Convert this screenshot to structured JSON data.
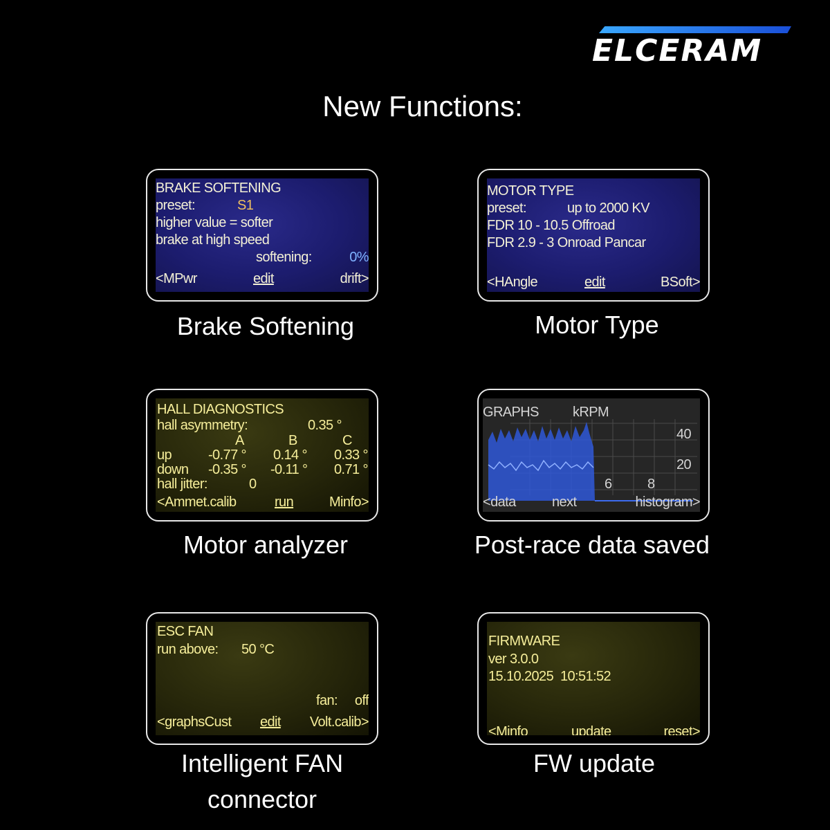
{
  "brand": {
    "name": "ELCERAM"
  },
  "heading": "New Functions:",
  "cards": {
    "brake": {
      "title": "BRAKE SOFTENING",
      "preset_label": "preset:",
      "preset_value": "S1",
      "line1": "higher value = softer",
      "line2": "brake at high speed",
      "softening_label": "softening:",
      "softening_value": "0%",
      "nav_left": "<MPwr",
      "nav_mid": "edit",
      "nav_right": "drift>",
      "caption": "Brake Softening"
    },
    "motor": {
      "title": "MOTOR TYPE",
      "preset_label": "preset:",
      "preset_value": "up to 2000 KV",
      "line1": "FDR 10 - 10.5 Offroad",
      "line2": "FDR 2.9 - 3 Onroad Pancar",
      "nav_left": "<HAngle",
      "nav_mid": "edit",
      "nav_right": "BSoft>",
      "caption": "Motor Type"
    },
    "hall": {
      "title": "HALL DIAGNOSTICS",
      "asym_label": "hall asymmetry:",
      "asym_value": "0.35 °",
      "col_a": "A",
      "col_b": "B",
      "col_c": "C",
      "rows": [
        {
          "label": "up",
          "a": "-0.77 °",
          "b": "0.14 °",
          "c": "0.33 °"
        },
        {
          "label": "down",
          "a": "-0.35 °",
          "b": "-0.11 °",
          "c": "0.71 °"
        }
      ],
      "jitter_label": "hall jitter:",
      "jitter_value": "0",
      "nav_left": "<Ammet.calib",
      "nav_mid": "run",
      "nav_right": "Minfo>",
      "caption": "Motor analyzer"
    },
    "graphs": {
      "title": "GRAPHS",
      "unit": "kRPM",
      "y_ticks": [
        "40",
        "20"
      ],
      "x_ticks": [
        "6",
        "8"
      ],
      "nav_left": "<data",
      "nav_mid": "next",
      "nav_right": "histogram>",
      "caption": "Post-race data saved"
    },
    "fan": {
      "title": "ESC FAN",
      "run_label": "run above:",
      "run_value": "50 °C",
      "fan_label": "fan:",
      "fan_value": "off",
      "nav_left": "<graphsCust",
      "nav_mid": "edit",
      "nav_right": "Volt.calib>",
      "caption_line1": "Intelligent FAN",
      "caption_line2": "connector"
    },
    "firmware": {
      "title": "FIRMWARE",
      "version": "ver 3.0.0",
      "datetime": "15.10.2025  10:51:52",
      "nav_left": "<Minfo",
      "nav_mid": "update",
      "nav_right": "reset>",
      "caption": "FW update"
    }
  },
  "colors": {
    "screen_blue": "#1c1c6e",
    "screen_yellow": "#26260a",
    "graph_trace": "#3d6cf0"
  }
}
